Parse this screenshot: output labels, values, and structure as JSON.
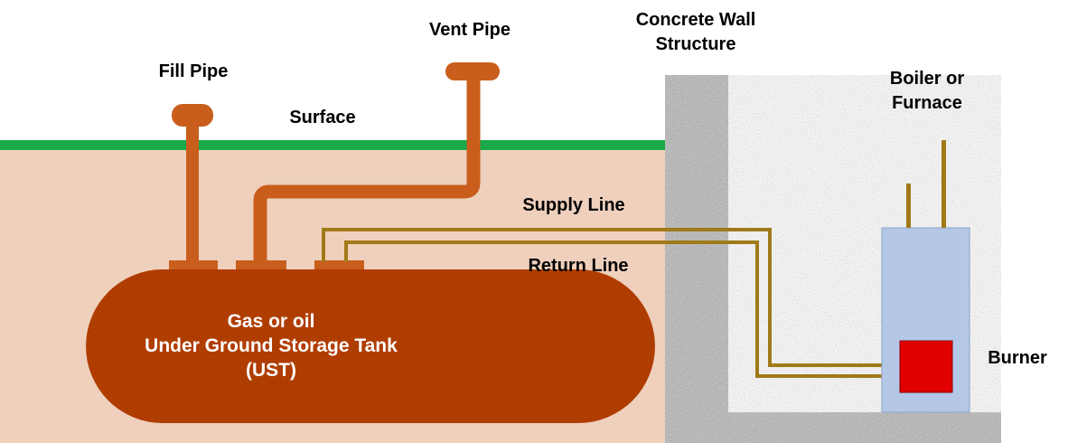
{
  "labels": {
    "fill_pipe": "Fill Pipe",
    "vent_pipe": "Vent Pipe",
    "surface": "Surface",
    "wall_line1": "Concrete Wall",
    "wall_line2": "Structure",
    "boiler_line1": "Boiler or",
    "boiler_line2": "Furnace",
    "supply_line": "Supply Line",
    "return_line": "Return Line",
    "burner": "Burner",
    "tank_line1": "Gas or oil",
    "tank_line2": "Under Ground Storage Tank",
    "tank_line3": "(UST)"
  },
  "colors": {
    "ground": "#efd0bd",
    "surface": "#1aaa4a",
    "pipe": "#c95e1c",
    "tank": "#b03d00",
    "fuel_line": "#a07a18",
    "concrete": "#a9a9a9",
    "boiler": "#b4c7e7",
    "burner": "#e00000"
  }
}
